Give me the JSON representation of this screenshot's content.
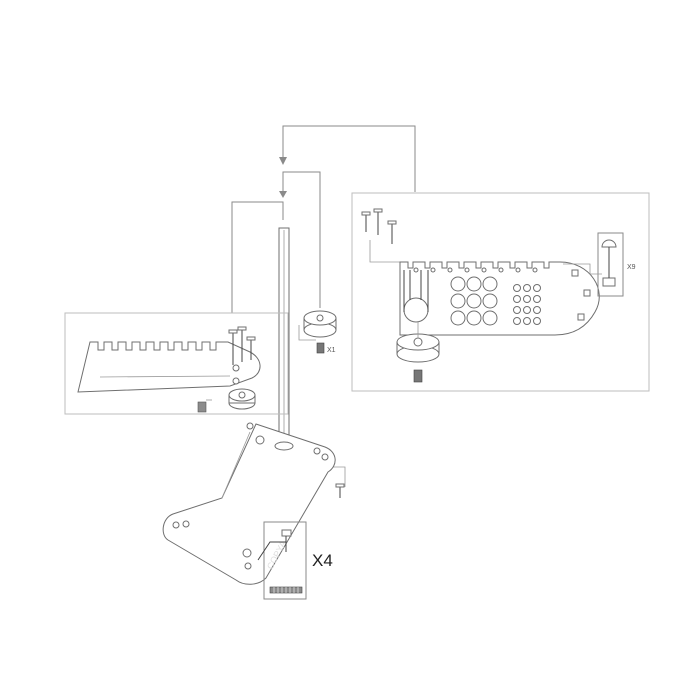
{
  "labels": {
    "qty_center_nut": "X1",
    "qty_right_bracket": "X9",
    "qty_bottom_screw": "X4"
  },
  "watermark": {
    "text": "COPYA"
  },
  "colors": {
    "line": "#8a8a8a",
    "panel_border": "#bdbdbd"
  }
}
